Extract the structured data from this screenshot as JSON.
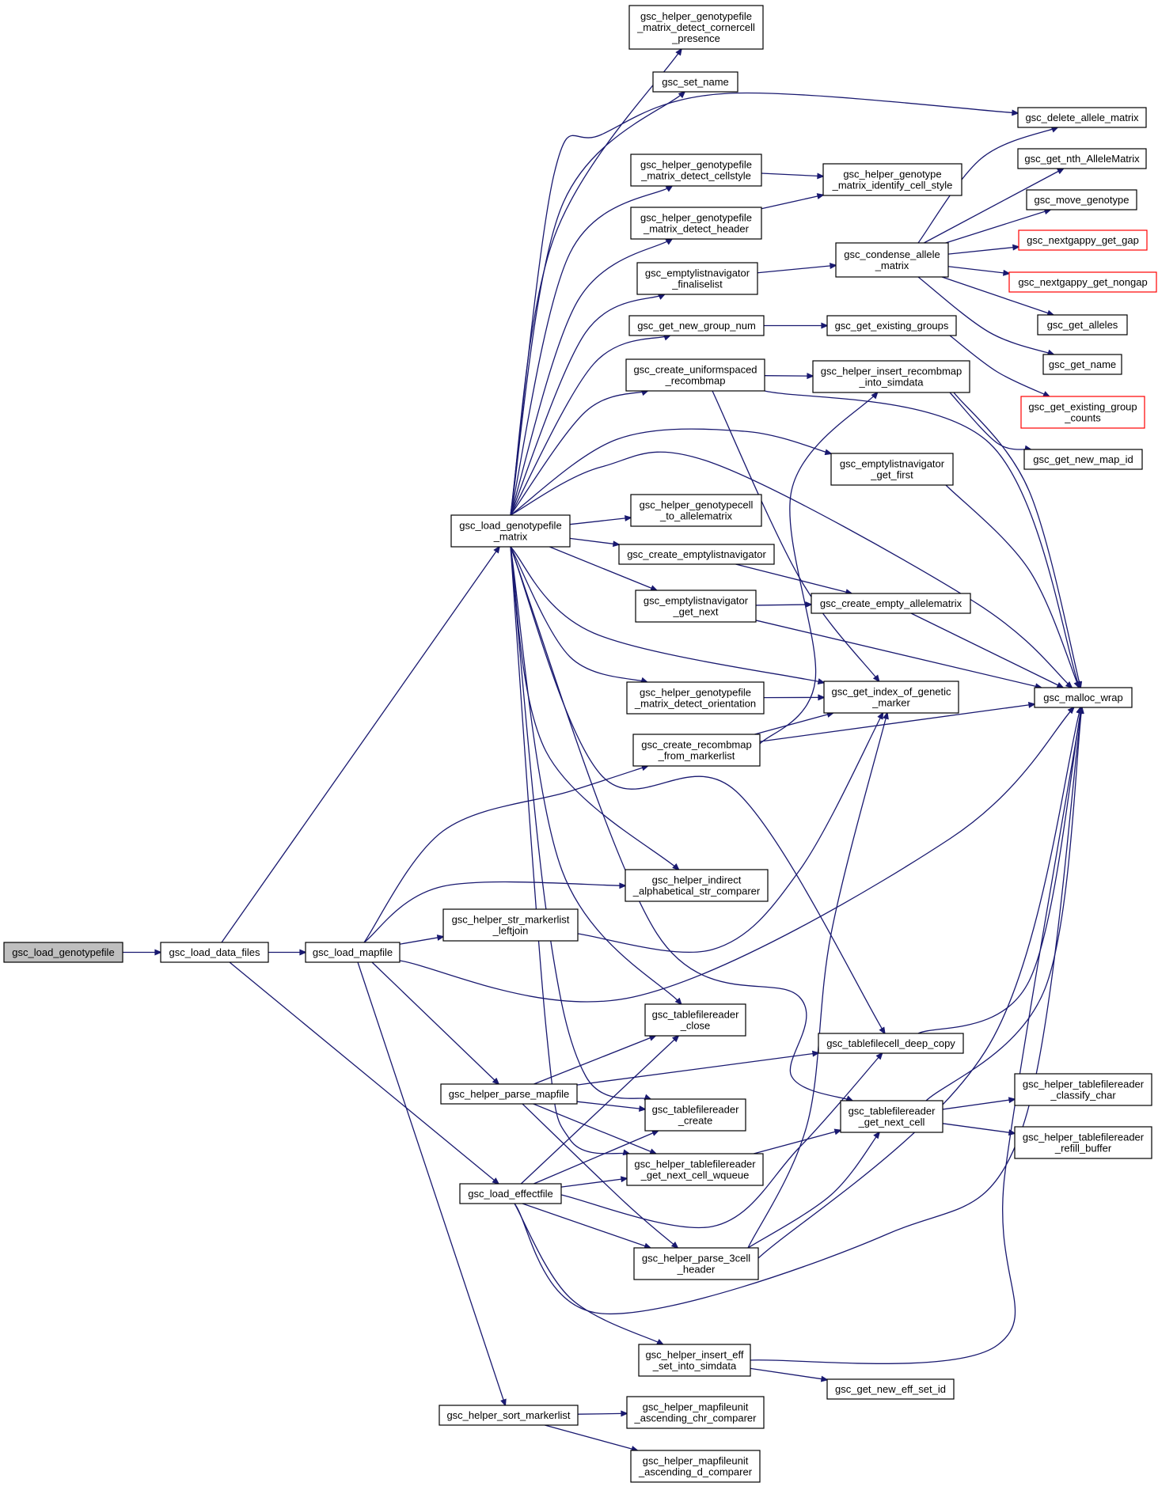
{
  "colors": {
    "edge": "#191970",
    "current_fill": "#bfbfbf",
    "truncated_border": "#ff0000",
    "box_border": "#000000"
  },
  "nodes": {
    "n01": {
      "lines": [
        "gsc_load_genotypefile"
      ],
      "style": "current"
    },
    "n02": {
      "lines": [
        "gsc_load_data_files"
      ]
    },
    "n03": {
      "lines": [
        "gsc_load_mapfile"
      ]
    },
    "n04": {
      "lines": [
        "gsc_load_genotypefile",
        "_matrix"
      ]
    },
    "n05": {
      "lines": [
        "gsc_helper_genotypefile",
        "_matrix_detect_cornercell",
        "_presence"
      ]
    },
    "n06": {
      "lines": [
        "gsc_set_name"
      ]
    },
    "n07": {
      "lines": [
        "gsc_delete_allele_matrix"
      ]
    },
    "n08": {
      "lines": [
        "gsc_helper_genotypefile",
        "_matrix_detect_cellstyle"
      ]
    },
    "n09": {
      "lines": [
        "gsc_helper_genotype",
        "_matrix_identify_cell_style"
      ]
    },
    "n10": {
      "lines": [
        "gsc_get_nth_AlleleMatrix"
      ]
    },
    "n11": {
      "lines": [
        "gsc_move_genotype"
      ]
    },
    "n12": {
      "lines": [
        "gsc_helper_genotypefile",
        "_matrix_detect_header"
      ]
    },
    "n13": {
      "lines": [
        "gsc_nextgappy_get_gap"
      ],
      "style": "truncated"
    },
    "n14": {
      "lines": [
        "gsc_condense_allele",
        "_matrix"
      ]
    },
    "n15": {
      "lines": [
        "gsc_emptylistnavigator",
        "_finaliselist"
      ]
    },
    "n16": {
      "lines": [
        "gsc_nextgappy_get_nongap"
      ],
      "style": "truncated"
    },
    "n17": {
      "lines": [
        "gsc_get_alleles"
      ]
    },
    "n18": {
      "lines": [
        "gsc_get_new_group_num"
      ]
    },
    "n19": {
      "lines": [
        "gsc_get_existing_groups"
      ]
    },
    "n20": {
      "lines": [
        "gsc_get_name"
      ]
    },
    "n21": {
      "lines": [
        "gsc_create_uniformspaced",
        "_recombmap"
      ]
    },
    "n22": {
      "lines": [
        "gsc_helper_insert_recombmap",
        "_into_simdata"
      ]
    },
    "n23": {
      "lines": [
        "gsc_get_existing_group",
        "_counts"
      ],
      "style": "truncated"
    },
    "n24": {
      "lines": [
        "gsc_get_new_map_id"
      ]
    },
    "n25": {
      "lines": [
        "gsc_emptylistnavigator",
        "_get_first"
      ]
    },
    "n26": {
      "lines": [
        "gsc_helper_genotypecell",
        "_to_allelematrix"
      ]
    },
    "n27": {
      "lines": [
        "gsc_create_emptylistnavigator"
      ]
    },
    "n28": {
      "lines": [
        "gsc_emptylistnavigator",
        "_get_next"
      ]
    },
    "n29": {
      "lines": [
        "gsc_create_empty_allelematrix"
      ]
    },
    "n30": {
      "lines": [
        "gsc_malloc_wrap"
      ]
    },
    "n31": {
      "lines": [
        "gsc_helper_genotypefile",
        "_matrix_detect_orientation"
      ]
    },
    "n32": {
      "lines": [
        "gsc_get_index_of_genetic",
        "_marker"
      ]
    },
    "n33": {
      "lines": [
        "gsc_create_recombmap",
        "_from_markerlist"
      ]
    },
    "n34": {
      "lines": [
        "gsc_helper_indirect",
        "_alphabetical_str_comparer"
      ]
    },
    "n35": {
      "lines": [
        "gsc_helper_str_markerlist",
        "_leftjoin"
      ]
    },
    "n36": {
      "lines": [
        "gsc_tablefilereader",
        "_close"
      ]
    },
    "n37": {
      "lines": [
        "gsc_tablefilecell_deep_copy"
      ]
    },
    "n38": {
      "lines": [
        "gsc_helper_parse_mapfile"
      ]
    },
    "n39": {
      "lines": [
        "gsc_helper_tablefilereader",
        "_classify_char"
      ]
    },
    "n40": {
      "lines": [
        "gsc_tablefilereader",
        "_create"
      ]
    },
    "n41": {
      "lines": [
        "gsc_tablefilereader",
        "_get_next_cell"
      ]
    },
    "n42": {
      "lines": [
        "gsc_helper_tablefilereader",
        "_refill_buffer"
      ]
    },
    "n43": {
      "lines": [
        "gsc_helper_tablefilereader",
        "_get_next_cell_wqueue"
      ]
    },
    "n44": {
      "lines": [
        "gsc_load_effectfile"
      ]
    },
    "n45": {
      "lines": [
        "gsc_helper_parse_3cell",
        "_header"
      ]
    },
    "n46": {
      "lines": [
        "gsc_helper_insert_eff",
        "_set_into_simdata"
      ]
    },
    "n47": {
      "lines": [
        "gsc_get_new_eff_set_id"
      ]
    },
    "n48": {
      "lines": [
        "gsc_helper_sort_markerlist"
      ]
    },
    "n49": {
      "lines": [
        "gsc_helper_mapfileunit",
        "_ascending_chr_comparer"
      ]
    },
    "n50": {
      "lines": [
        "gsc_helper_mapfileunit",
        "_ascending_d_comparer"
      ]
    }
  },
  "edges": [
    [
      "n01",
      "n02"
    ],
    [
      "n02",
      "n04"
    ],
    [
      "n02",
      "n03"
    ],
    [
      "n02",
      "n44"
    ],
    [
      "n04",
      "n05"
    ],
    [
      "n04",
      "n06"
    ],
    [
      "n04",
      "n07"
    ],
    [
      "n04",
      "n08"
    ],
    [
      "n04",
      "n12"
    ],
    [
      "n04",
      "n15"
    ],
    [
      "n04",
      "n18"
    ],
    [
      "n04",
      "n21"
    ],
    [
      "n04",
      "n25"
    ],
    [
      "n04",
      "n26"
    ],
    [
      "n04",
      "n27"
    ],
    [
      "n04",
      "n28"
    ],
    [
      "n04",
      "n30"
    ],
    [
      "n04",
      "n31"
    ],
    [
      "n04",
      "n32"
    ],
    [
      "n04",
      "n34"
    ],
    [
      "n04",
      "n36"
    ],
    [
      "n04",
      "n37"
    ],
    [
      "n04",
      "n40"
    ],
    [
      "n04",
      "n41"
    ],
    [
      "n04",
      "n43"
    ],
    [
      "n08",
      "n09"
    ],
    [
      "n12",
      "n09"
    ],
    [
      "n15",
      "n14"
    ],
    [
      "n14",
      "n07"
    ],
    [
      "n14",
      "n10"
    ],
    [
      "n14",
      "n11"
    ],
    [
      "n14",
      "n13"
    ],
    [
      "n14",
      "n16"
    ],
    [
      "n14",
      "n17"
    ],
    [
      "n14",
      "n20"
    ],
    [
      "n18",
      "n19"
    ],
    [
      "n19",
      "n23"
    ],
    [
      "n21",
      "n22"
    ],
    [
      "n21",
      "n30"
    ],
    [
      "n21",
      "n32"
    ],
    [
      "n22",
      "n24"
    ],
    [
      "n22",
      "n30"
    ],
    [
      "n25",
      "n30"
    ],
    [
      "n27",
      "n29"
    ],
    [
      "n28",
      "n29"
    ],
    [
      "n28",
      "n30"
    ],
    [
      "n29",
      "n30"
    ],
    [
      "n31",
      "n32"
    ],
    [
      "n33",
      "n22"
    ],
    [
      "n33",
      "n32"
    ],
    [
      "n33",
      "n30"
    ],
    [
      "n03",
      "n33"
    ],
    [
      "n03",
      "n34"
    ],
    [
      "n03",
      "n35"
    ],
    [
      "n03",
      "n30"
    ],
    [
      "n03",
      "n38"
    ],
    [
      "n03",
      "n48"
    ],
    [
      "n35",
      "n32"
    ],
    [
      "n38",
      "n36"
    ],
    [
      "n38",
      "n37"
    ],
    [
      "n38",
      "n40"
    ],
    [
      "n38",
      "n43"
    ],
    [
      "n38",
      "n45"
    ],
    [
      "n37",
      "n30"
    ],
    [
      "n41",
      "n39"
    ],
    [
      "n41",
      "n42"
    ],
    [
      "n41",
      "n30"
    ],
    [
      "n43",
      "n41"
    ],
    [
      "n44",
      "n36"
    ],
    [
      "n44",
      "n40"
    ],
    [
      "n44",
      "n43"
    ],
    [
      "n44",
      "n37"
    ],
    [
      "n44",
      "n45"
    ],
    [
      "n44",
      "n46"
    ],
    [
      "n44",
      "n30"
    ],
    [
      "n45",
      "n32"
    ],
    [
      "n45",
      "n41"
    ],
    [
      "n45",
      "n30"
    ],
    [
      "n46",
      "n47"
    ],
    [
      "n46",
      "n30"
    ],
    [
      "n48",
      "n49"
    ],
    [
      "n48",
      "n50"
    ]
  ]
}
